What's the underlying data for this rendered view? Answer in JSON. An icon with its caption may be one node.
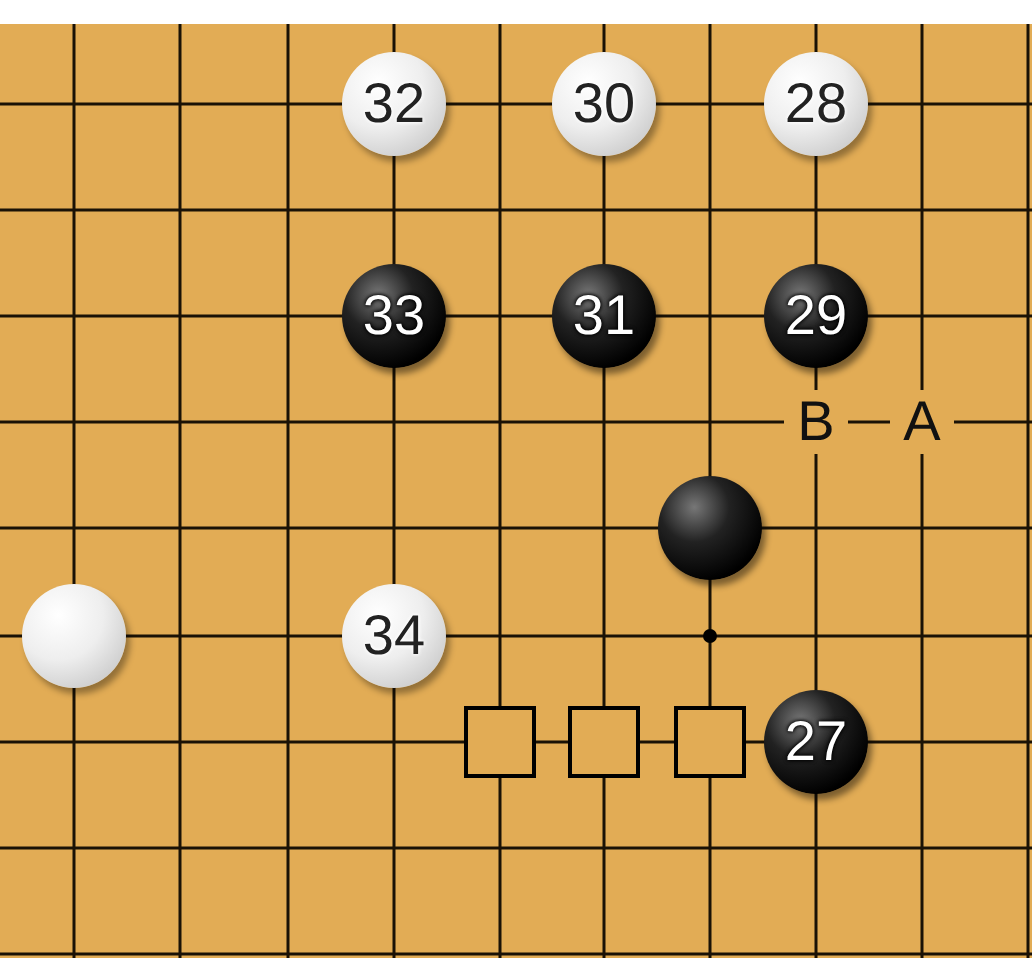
{
  "diagram": {
    "nodes": [
      {
        "text": [
          "32"
        ]
      },
      {
        "text": [
          "30"
        ]
      },
      {
        "text": [
          "28"
        ]
      },
      {
        "text": [
          "33"
        ]
      },
      {
        "text": [
          "31"
        ]
      },
      {
        "text": [
          "29"
        ]
      },
      {
        "text": [],
        "shape": "circle"
      },
      {
        "text": [],
        "shape": "circle"
      },
      {
        "text": [
          "34"
        ]
      },
      {
        "text": [
          "27"
        ]
      }
    ],
    "labels": [
      "B",
      "A"
    ]
  }
}
